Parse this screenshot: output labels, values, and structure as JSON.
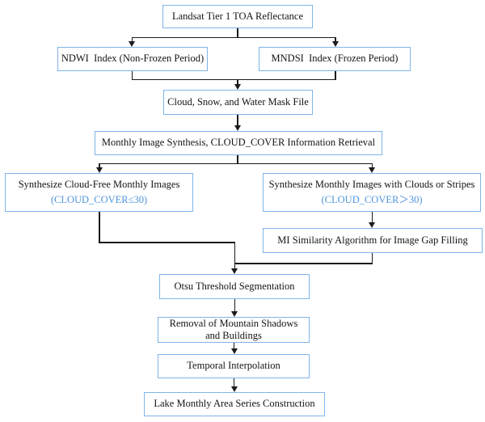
{
  "diagram": {
    "type": "flowchart",
    "colors": {
      "box_border": "#7fb5ea",
      "accent_text": "#4f96dd",
      "connector": "#1b1b1b",
      "background": "#ffffff"
    },
    "nodes": {
      "landsat": {
        "label": "Landsat Tier 1 TOA Reflectance"
      },
      "ndwi": {
        "label": "NDWI  Index (Non-Frozen Period)"
      },
      "mndsi": {
        "label": "MNDSI  Index (Frozen Period)"
      },
      "mask": {
        "label": "Cloud, Snow, and Water Mask File"
      },
      "synthesis": {
        "label": "Monthly Image Synthesis, CLOUD_COVER Information Retrieval"
      },
      "cloud_free": {
        "label": "Synthesize Cloud-Free Monthly Images",
        "sub": "(CLOUD_COVER≤30)"
      },
      "cloudy": {
        "label": "Synthesize Monthly Images with Clouds or Stripes",
        "sub": "(CLOUD_COVER＞30)"
      },
      "mi": {
        "label": "MI Similarity Algorithm for Image Gap Filling"
      },
      "otsu": {
        "label": "Otsu Threshold Segmentation"
      },
      "removal": {
        "label": "Removal of Mountain Shadows and Buildings"
      },
      "temporal": {
        "label": "Temporal Interpolation"
      },
      "lake": {
        "label": "Lake Monthly Area Series Construction"
      }
    },
    "edges": [
      "landsat->ndwi",
      "landsat->mndsi",
      "ndwi->mask",
      "mndsi->mask",
      "mask->synthesis",
      "synthesis->cloud_free",
      "synthesis->cloudy",
      "cloudy->mi",
      "cloud_free->otsu",
      "mi->otsu",
      "otsu->removal",
      "removal->temporal",
      "temporal->lake"
    ]
  }
}
